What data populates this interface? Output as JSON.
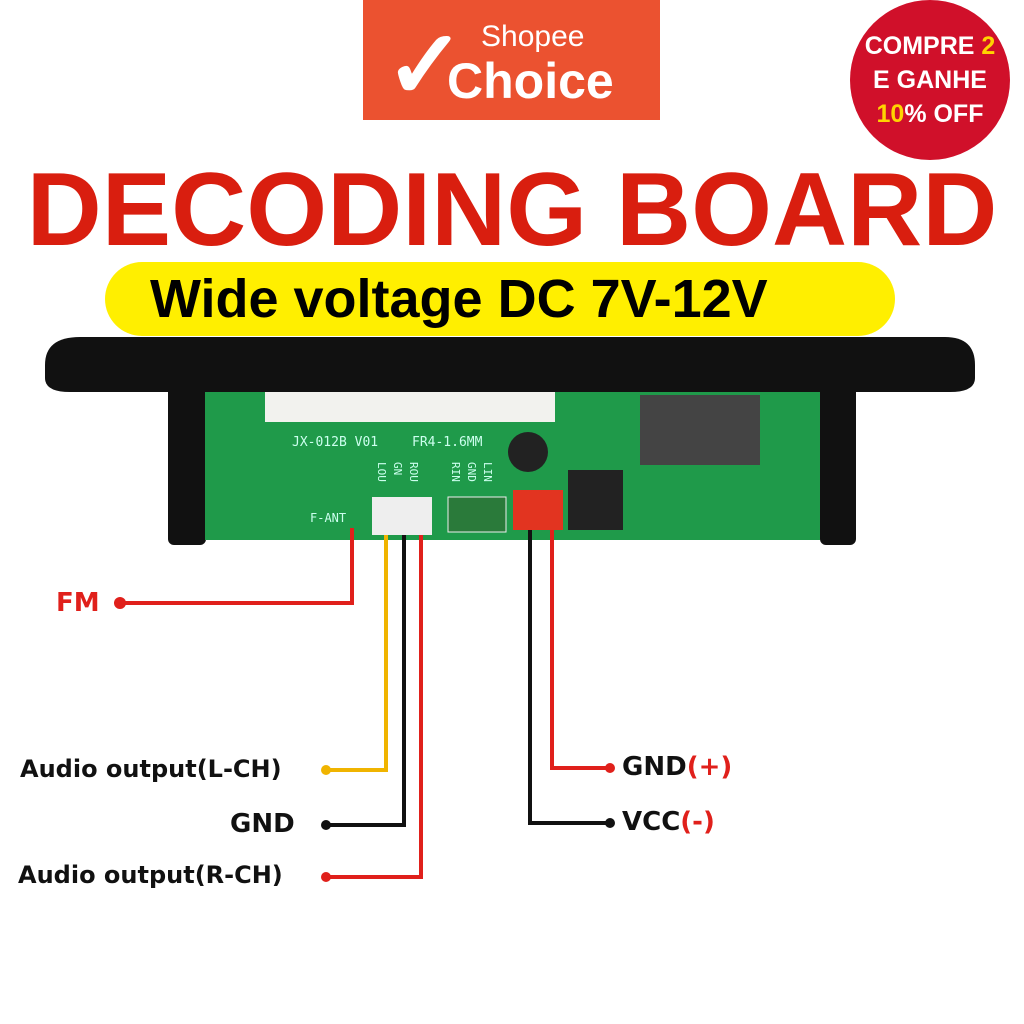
{
  "title": "DECODING BOARD",
  "subtitle": "Wide voltage DC 7V-12V",
  "badge": {
    "brand_small": "Shopee",
    "brand_large": "Choice",
    "color": "#eb5230"
  },
  "promo": {
    "line1_a": "COMPRE ",
    "line1_b": "2",
    "line2": "E GANHE",
    "line3_a": "10",
    "line3_b": "% OFF",
    "color": "#d0102a"
  },
  "board": {
    "model": "JX-012B V01",
    "pcb": "FR4-1.6MM",
    "pins_left": [
      "LOU",
      "GN",
      "ROU"
    ],
    "pins_right": [
      "RIN",
      "GND",
      "LIN"
    ],
    "ant": "F-ANT"
  },
  "labels": {
    "fm": "FM",
    "audio_l": "Audio output(L-CH)",
    "gnd": "GND",
    "audio_r": "Audio output(R-CH)",
    "gnd_plus_a": "GND",
    "gnd_plus_b": "(+)",
    "vcc_a": "VCC",
    "vcc_b": "(-)"
  },
  "colors": {
    "wire_red": "#e0201b",
    "wire_yellow": "#f0b400",
    "wire_black": "#111111",
    "pcb": "#1f9a4a"
  }
}
